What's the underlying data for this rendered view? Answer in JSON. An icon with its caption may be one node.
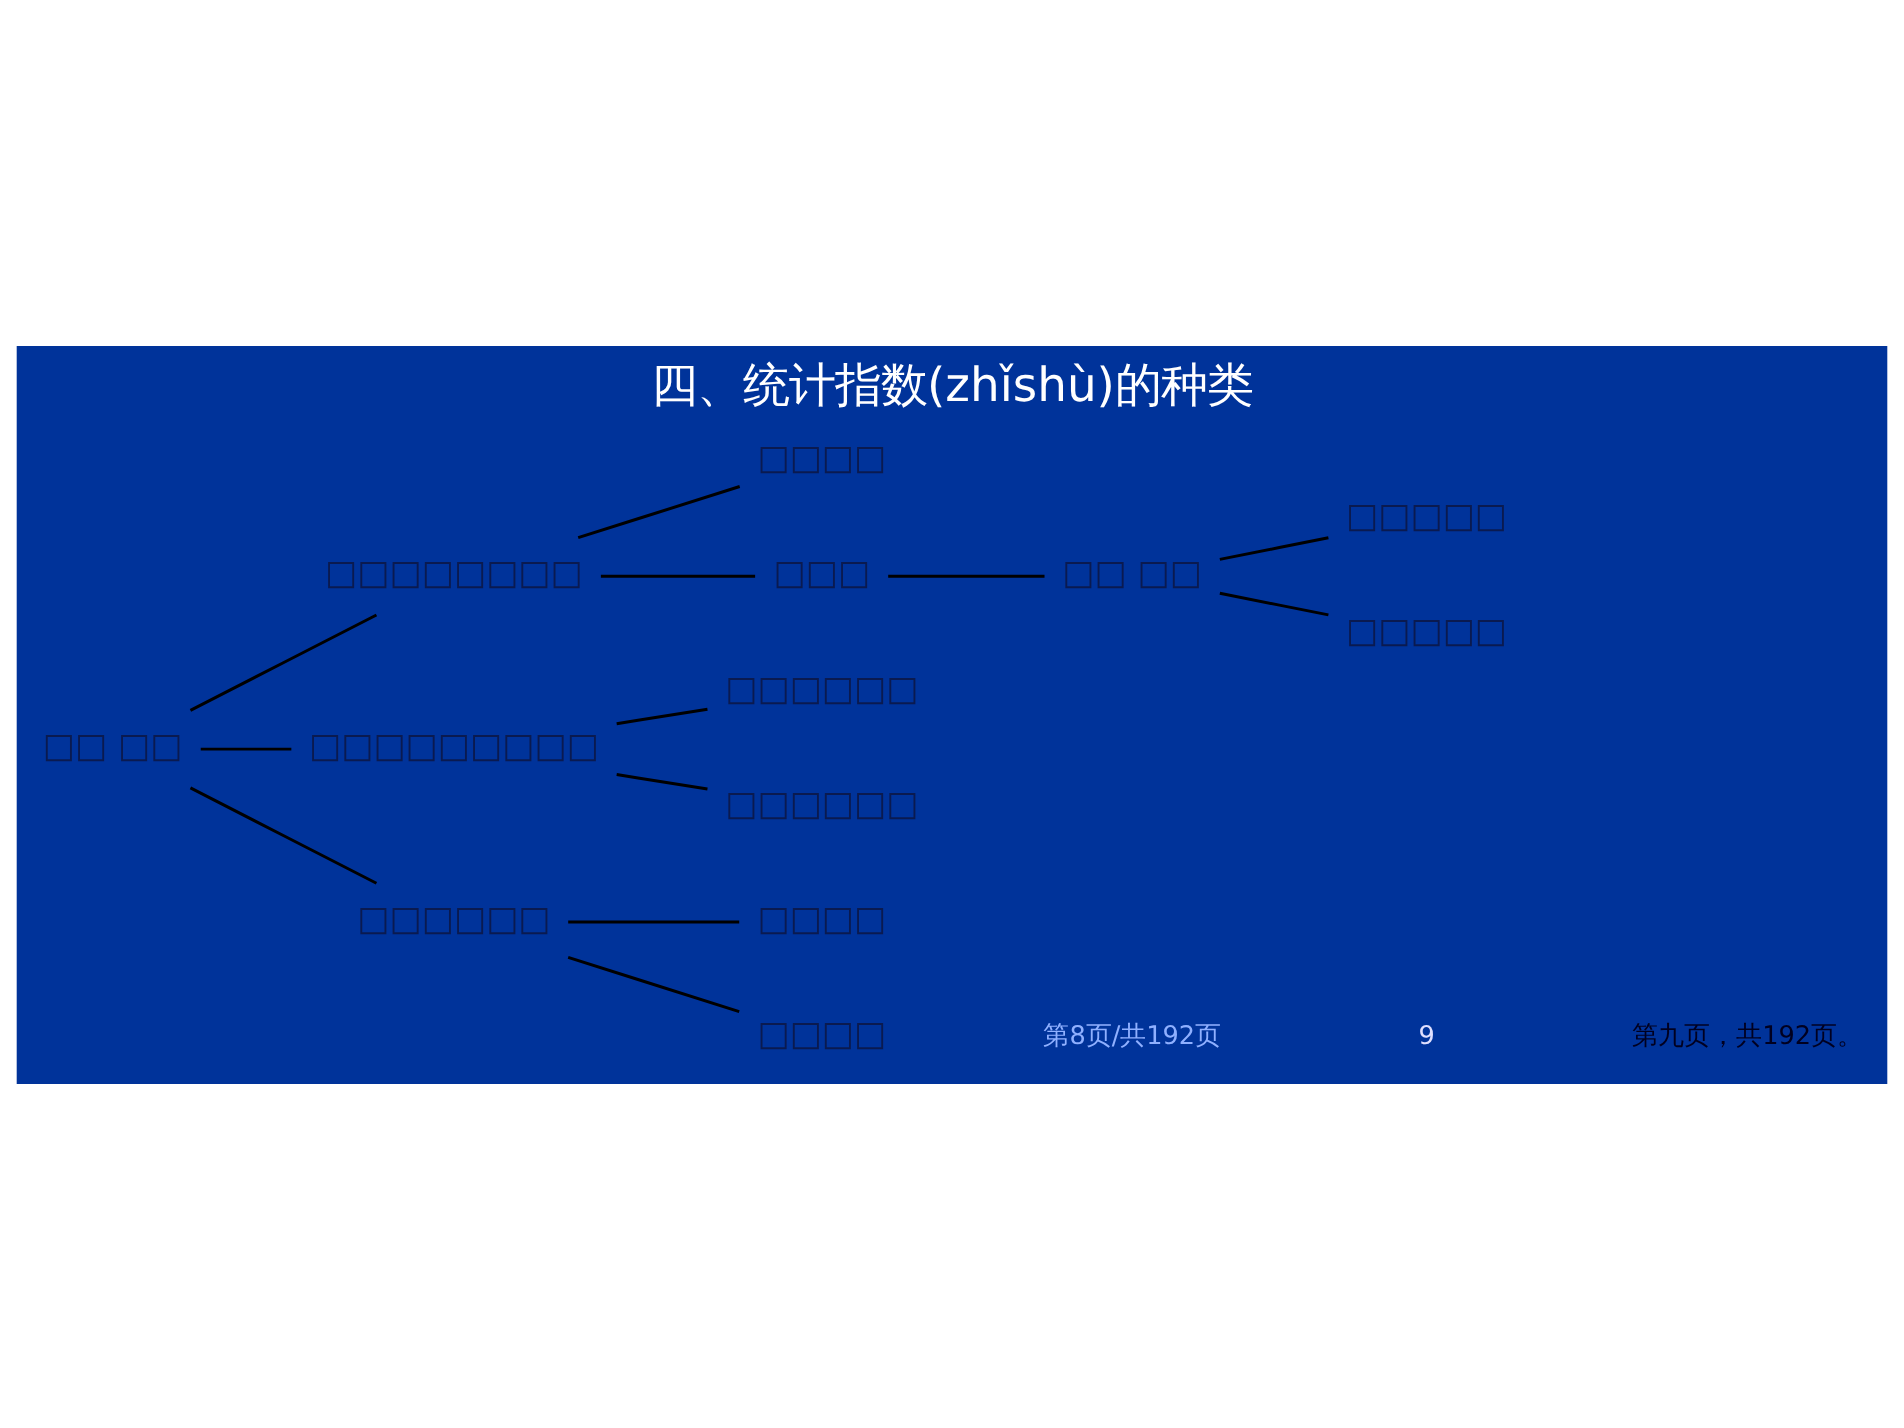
{
  "diagram": {
    "title": "四、统计指数(zhǐshù)的种类",
    "nodes": [
      {
        "text": [
          "□□ □□"
        ]
      },
      {
        "text": [
          "□□□□□□□□"
        ]
      },
      {
        "text": [
          "□□□□"
        ]
      },
      {
        "text": [
          "□□□"
        ]
      },
      {
        "text": [
          "□□ □□"
        ]
      },
      {
        "text": [
          "□□□□□"
        ]
      },
      {
        "text": [
          "□□□□□"
        ]
      },
      {
        "text": [
          "□□□□□□□□□"
        ]
      },
      {
        "text": [
          "□□□□□□"
        ]
      },
      {
        "text": [
          "□□□□□□"
        ]
      },
      {
        "text": [
          "□□□□□□"
        ]
      },
      {
        "text": [
          "□□□□"
        ]
      },
      {
        "text": [
          "□□□□"
        ]
      }
    ],
    "edges": [
      {
        "from": 0,
        "to": 1,
        "arrow": "none"
      },
      {
        "from": 0,
        "to": 7,
        "arrow": "none"
      },
      {
        "from": 0,
        "to": 10,
        "arrow": "none"
      },
      {
        "from": 1,
        "to": 2,
        "arrow": "none"
      },
      {
        "from": 1,
        "to": 3,
        "arrow": "none"
      },
      {
        "from": 3,
        "to": 4,
        "arrow": "none"
      },
      {
        "from": 4,
        "to": 5,
        "arrow": "none"
      },
      {
        "from": 4,
        "to": 6,
        "arrow": "none"
      },
      {
        "from": 7,
        "to": 8,
        "arrow": "none"
      },
      {
        "from": 7,
        "to": 9,
        "arrow": "none"
      },
      {
        "from": 10,
        "to": 11,
        "arrow": "none"
      },
      {
        "from": 10,
        "to": 12,
        "arrow": "none"
      }
    ],
    "labels": [
      "第8页/共192页",
      "9",
      "第九页，共192页。"
    ]
  }
}
